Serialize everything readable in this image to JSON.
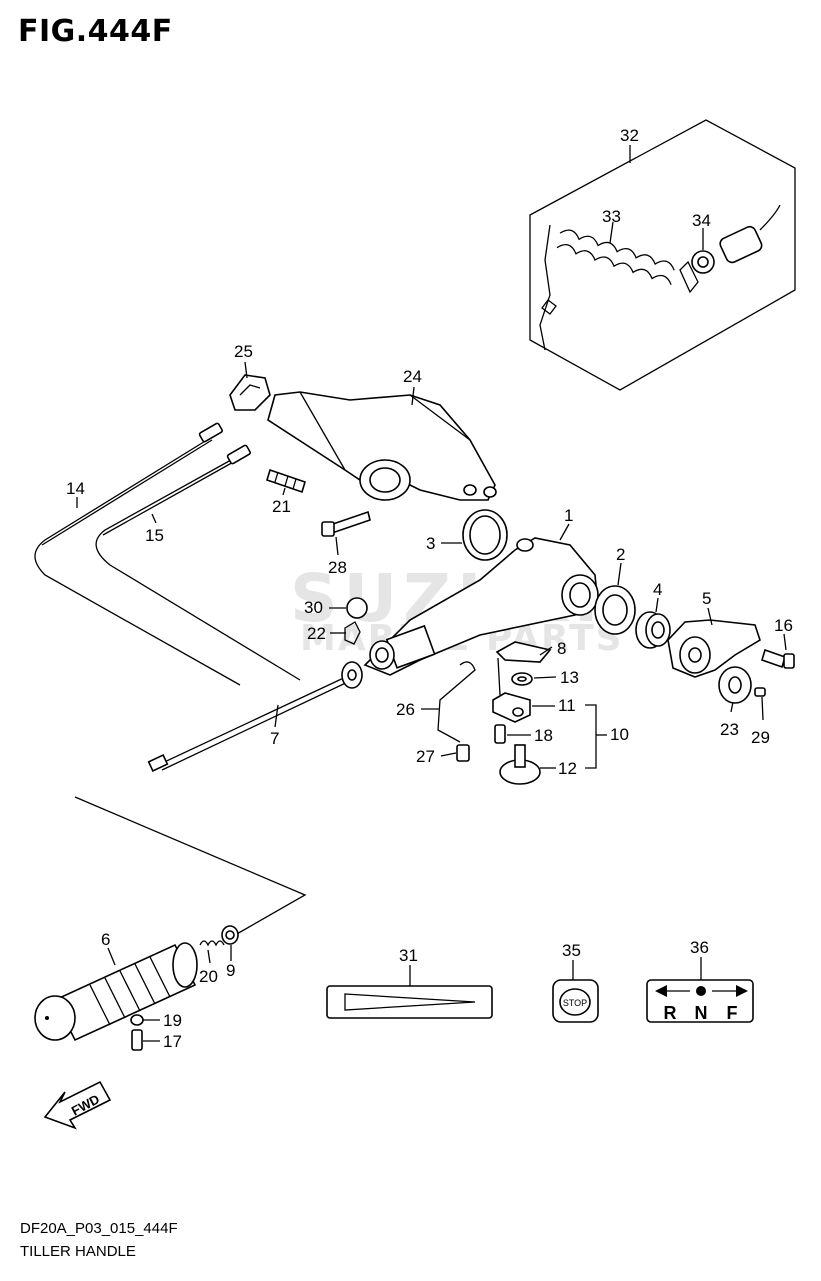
{
  "title": "FIG.444F",
  "code": "DF20A_P03_015_444F",
  "caption": "TILLER HANDLE",
  "watermark": {
    "line1": "SUZUKI",
    "line2": "MARINE PARTS"
  },
  "fwd_label": "FWD",
  "decals": {
    "stop_label": "STOP",
    "gear_letters": [
      "R",
      "N",
      "F"
    ]
  },
  "callouts": {
    "c1": "1",
    "c2": "2",
    "c3": "3",
    "c4": "4",
    "c5": "5",
    "c6": "6",
    "c7": "7",
    "c8": "8",
    "c9": "9",
    "c10": "10",
    "c11": "11",
    "c12": "12",
    "c13": "13",
    "c14": "14",
    "c15": "15",
    "c16": "16",
    "c17": "17",
    "c18": "18",
    "c19": "19",
    "c20": "20",
    "c21": "21",
    "c22": "22",
    "c23": "23",
    "c24": "24",
    "c25": "25",
    "c26": "26",
    "c27": "27",
    "c28": "28",
    "c29": "29",
    "c30": "30",
    "c31": "31",
    "c32": "32",
    "c33": "33",
    "c34": "34",
    "c35": "35",
    "c36": "36"
  }
}
